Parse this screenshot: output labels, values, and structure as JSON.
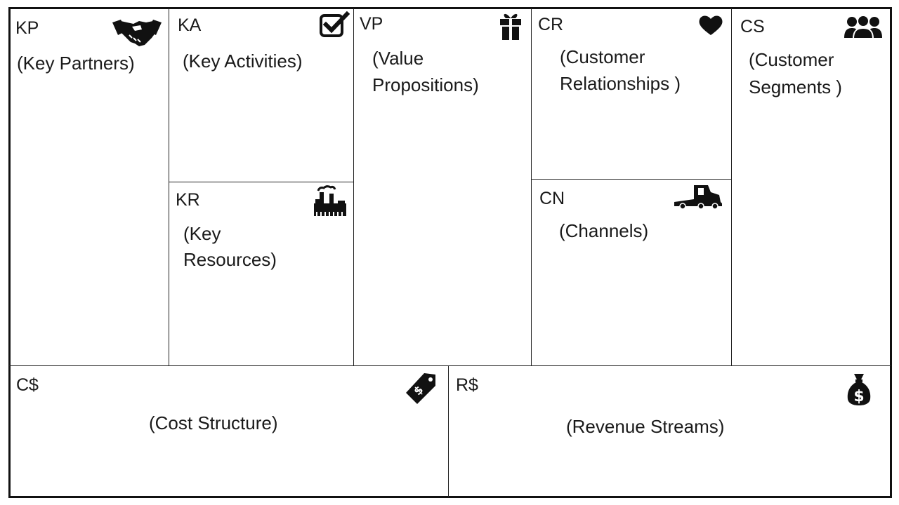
{
  "canvas": {
    "blocks": {
      "kp": {
        "abbr": "KP",
        "name": "(Key Partners)",
        "icon": "handshake-icon"
      },
      "ka": {
        "abbr": "KA",
        "name": "(Key Activities)",
        "icon": "checkbox-icon"
      },
      "kr": {
        "abbr": "KR",
        "name_line1": "(Key",
        "name_line2": "Resources)",
        "icon": "factory-icon"
      },
      "vp": {
        "abbr": "VP",
        "name_line1": "(Value",
        "name_line2": "Propositions)",
        "icon": "gift-icon"
      },
      "cr": {
        "abbr": "CR",
        "name_line1": "(Customer",
        "name_line2": "Relationships )",
        "icon": "heart-icon"
      },
      "cn": {
        "abbr": "CN",
        "name": "(Channels)",
        "icon": "truck-icon"
      },
      "cs": {
        "abbr": "CS",
        "name_line1": "(Customer",
        "name_line2": "Segments )",
        "icon": "users-icon"
      },
      "cost": {
        "abbr": "C$",
        "name": "(Cost Structure)",
        "icon": "price-tag-icon"
      },
      "rev": {
        "abbr": "R$",
        "name": "(Revenue Streams)",
        "icon": "money-bag-icon"
      }
    }
  }
}
